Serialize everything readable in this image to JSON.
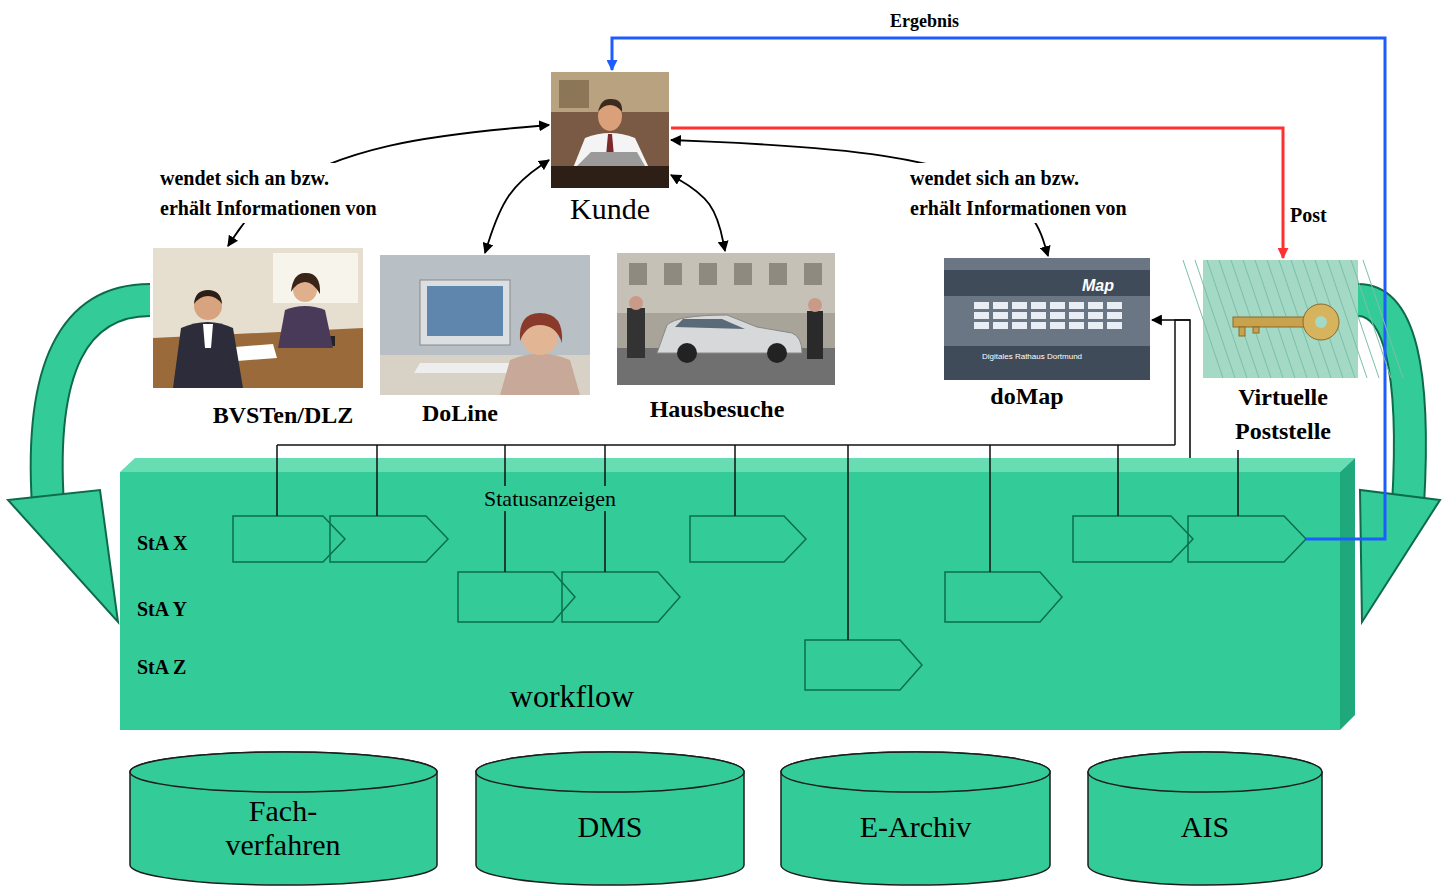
{
  "diagram": {
    "nodes": [
      {
        "text": [
          "Kunde"
        ]
      },
      {
        "text": [
          "BVSTen/DLZ"
        ]
      },
      {
        "text": [
          "DoLine"
        ]
      },
      {
        "text": [
          "Hausbesuche"
        ]
      },
      {
        "text": [
          "doMap"
        ]
      },
      {
        "text": [
          "Virtuelle Poststelle"
        ]
      },
      {
        "text": [
          "Statusanzeigen",
          "StA X",
          "StA Y",
          "StA Z",
          "workflow"
        ]
      },
      {
        "text": [
          "Fach- verfahren"
        ]
      },
      {
        "text": [
          "DMS"
        ]
      },
      {
        "text": [
          "E-Archiv"
        ]
      },
      {
        "text": [
          "AIS"
        ]
      }
    ],
    "edges": [
      {
        "from": 0,
        "to": 1,
        "arrow": "both",
        "label": "wendet sich an bzw. erhält Informationen von"
      },
      {
        "from": 0,
        "to": 2,
        "arrow": "both"
      },
      {
        "from": 0,
        "to": 3,
        "arrow": "both"
      },
      {
        "from": 0,
        "to": 4,
        "arrow": "both",
        "label": "wendet sich an bzw. erhält Informationen von"
      },
      {
        "from": 0,
        "to": 5,
        "arrow": "to",
        "label": "Post"
      },
      {
        "from": 6,
        "to": 0,
        "arrow": "to",
        "label": "Ergebnis"
      },
      {
        "from": 6,
        "to": 4,
        "arrow": "to"
      }
    ],
    "labels": [
      "Map",
      "Digitales Rathaus Dortmund"
    ]
  }
}
